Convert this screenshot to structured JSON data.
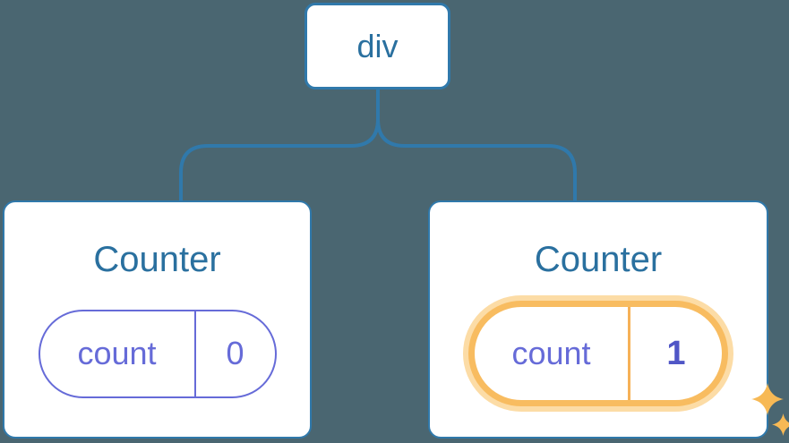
{
  "tree": {
    "root": {
      "label": "div"
    },
    "children": [
      {
        "title": "Counter",
        "state": {
          "key": "count",
          "value": "0"
        },
        "highlighted": false
      },
      {
        "title": "Counter",
        "state": {
          "key": "count",
          "value": "1"
        },
        "highlighted": true,
        "icons": [
          "sparkle-icon",
          "sparkle-icon"
        ]
      }
    ]
  },
  "colors": {
    "background": "#4a6671",
    "connector_blue": "#3079ab",
    "node_border_blue": "#3079ab",
    "label_blue": "#2a709f",
    "state_purple": "#666bd8",
    "state_value_bold_purple": "#5056c6",
    "highlight_orange": "#f8bc60",
    "highlight_halo": "#fcdca6",
    "highlight_divider": "#f6b157",
    "sparkle_orange": "#f7b955",
    "card_background": "#ffffff"
  }
}
